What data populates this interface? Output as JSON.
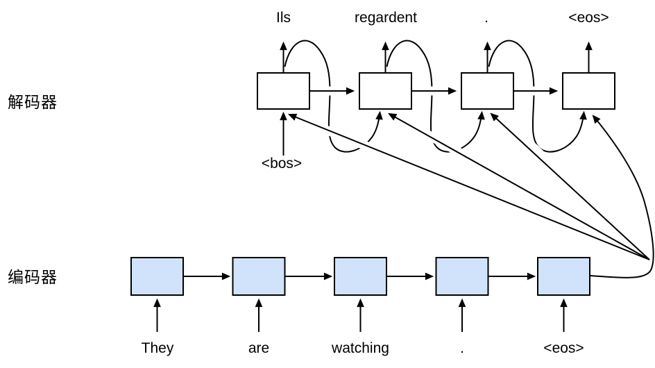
{
  "figure": {
    "title_hint": "sequence-to-sequence encoder-decoder RNN diagram",
    "labels": {
      "decoder_row": "解码器",
      "encoder_row": "编码器"
    },
    "decoder": {
      "input": "<bos>",
      "outputs": [
        "Ils",
        "regardent",
        ".",
        "<eos>"
      ]
    },
    "encoder": {
      "inputs": [
        "They",
        "are",
        "watching",
        ".",
        "<eos>"
      ]
    },
    "colors": {
      "encoder_cell_fill": "#d0e3fa",
      "decoder_cell_fill": "#ffffff",
      "line": "#000000",
      "background": "#ffffff"
    }
  }
}
